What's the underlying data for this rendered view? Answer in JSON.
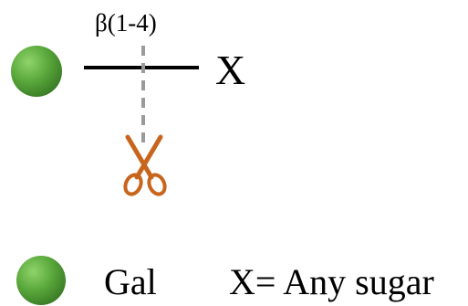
{
  "diagram": {
    "linkage_label": "β(1-4)",
    "reducing_end_label": "X",
    "monosaccharide_color": "#5aa83c",
    "bond_color": "#000000",
    "cleavage_line_color": "#9a9a9a",
    "scissors_color": "#c8651c",
    "scissors_icon": "scissors-icon"
  },
  "legend": {
    "gal_label": "Gal",
    "x_definition": "X= Any sugar"
  }
}
